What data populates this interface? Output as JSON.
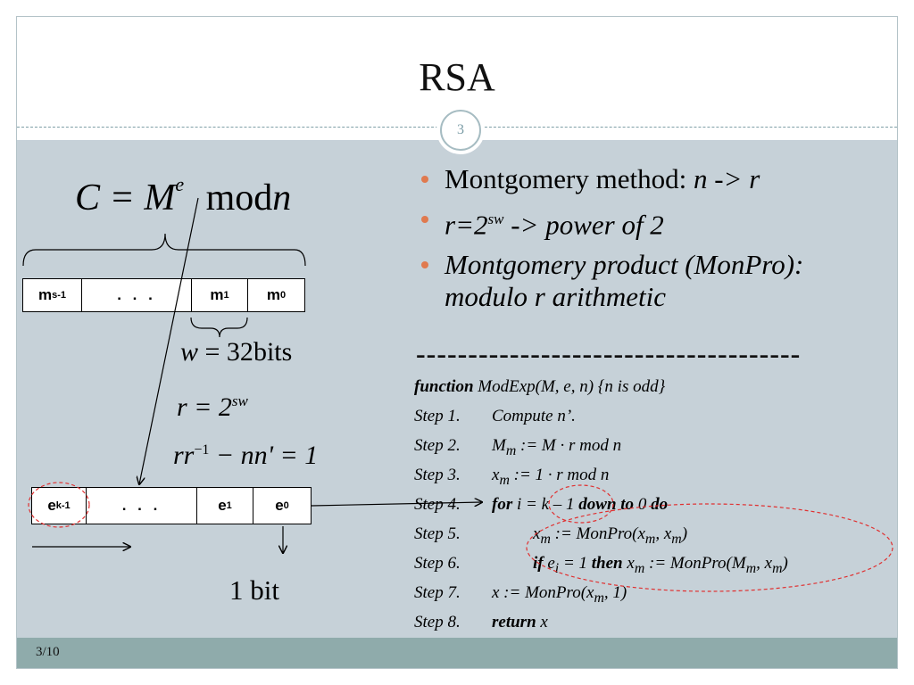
{
  "header": {
    "title": "RSA",
    "slide_badge": "3"
  },
  "left": {
    "formula_main": "C = M",
    "formula_exp": "e",
    "formula_mod": "mod",
    "formula_n": "n",
    "m_cells": [
      "m",
      ". . .",
      "m",
      "m"
    ],
    "m_subs": [
      "s-1",
      "",
      "1",
      "0"
    ],
    "w_var": "w",
    "w_value": " = 32",
    "w_unit": "bits",
    "r_formula": "r = 2",
    "r_exp": "sw",
    "rr_formula_pre": "rr",
    "rr_exp": "−1",
    "rr_formula_post": " − nn' = 1",
    "e_cells": [
      "e",
      ". . .",
      "e",
      "e"
    ],
    "e_subs": [
      "k-1",
      "",
      "1",
      "0"
    ],
    "one_bit": "1 bit"
  },
  "bullets": [
    {
      "text": "Montgomery method: ",
      "italic": "n -> r"
    },
    {
      "text": "r=2",
      "sup": "sw",
      "rest": " -> power of 2"
    },
    {
      "text": "Montgomery product (MonPro): modulo r arithmetic"
    }
  ],
  "separator": "-------------------------------------",
  "algorithm": {
    "header_kw": "function",
    "header_rest": " ModExp(M, e, n)  {n is odd}",
    "steps": [
      {
        "label": "Step 1.",
        "text": "Compute n’."
      },
      {
        "label": "Step 2.",
        "text": "M",
        "sub": "m",
        "rest": " := M · r mod n"
      },
      {
        "label": "Step 3.",
        "text": "x",
        "sub": "m",
        "rest": " := 1 · r mod n"
      },
      {
        "label": "Step 4.",
        "kw1": "for",
        "mid": " i = k – 1 ",
        "kw2": "down to",
        "mid2": " 0 ",
        "kw3": "do"
      },
      {
        "label": "Step 5.",
        "text": "x",
        "sub": "m",
        "rest": " := MonPro(x",
        "sub2": "m",
        "rest2": ", x",
        "sub3": "m",
        "rest3": ")"
      },
      {
        "label": "Step 6.",
        "kw1": "if",
        "mid": " e",
        "sub": "i",
        "mid2": " = 1 ",
        "kw2": "then",
        "rest": " x",
        "sub2": "m",
        "rest2": " := MonPro(M",
        "sub3": "m",
        "rest3": ", x",
        "sub4": "m",
        "rest4": ")"
      },
      {
        "label": "Step 7.",
        "text": "x := MonPro(x",
        "sub": "m",
        "rest": ", 1)"
      },
      {
        "label": "Step 8.",
        "kw1": "return",
        "rest": " x"
      }
    ]
  },
  "footer": {
    "page": "3/10"
  },
  "colors": {
    "content_bg": "#c6d1d8",
    "footer_bg": "#8fabab",
    "bullet": "#e07a4f",
    "ellipse": "#e03030"
  }
}
